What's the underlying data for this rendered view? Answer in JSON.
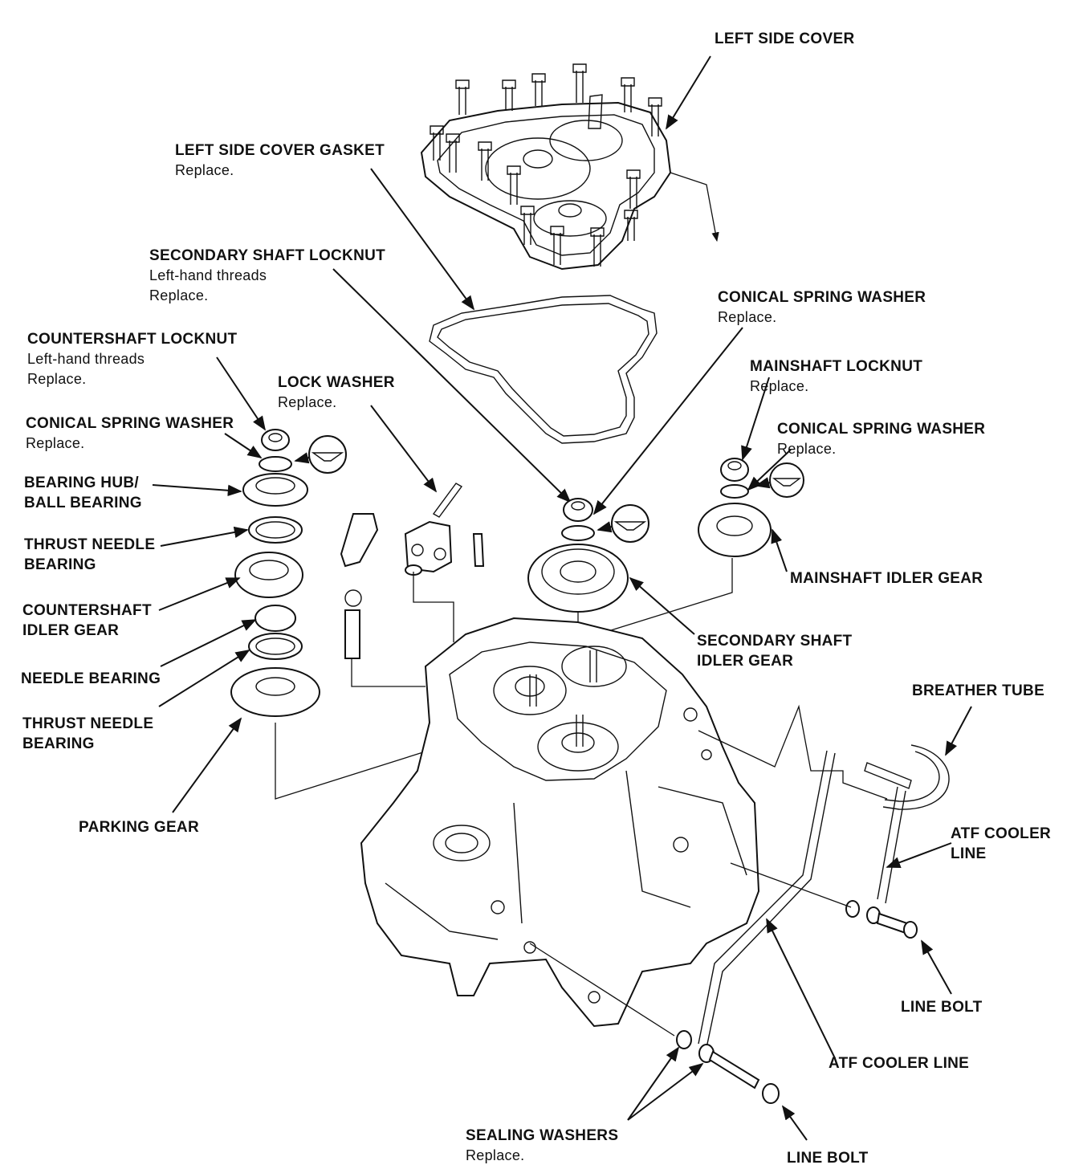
{
  "callouts": {
    "left_side_cover": {
      "title": "LEFT SIDE COVER"
    },
    "left_side_cover_gasket": {
      "title": "LEFT SIDE COVER GASKET",
      "note": "Replace."
    },
    "secondary_shaft_locknut": {
      "title": "SECONDARY SHAFT LOCKNUT",
      "note1": "Left-hand threads",
      "note2": "Replace."
    },
    "conical_spring_washer_secondary": {
      "title": "CONICAL SPRING WASHER",
      "note": "Replace."
    },
    "countershaft_locknut": {
      "title": "COUNTERSHAFT LOCKNUT",
      "note1": "Left-hand threads",
      "note2": "Replace."
    },
    "lock_washer": {
      "title": "LOCK WASHER",
      "note": "Replace."
    },
    "mainshaft_locknut": {
      "title": "MAINSHAFT LOCKNUT",
      "note": "Replace."
    },
    "conical_spring_washer_counter": {
      "title": "CONICAL SPRING WASHER",
      "note": "Replace."
    },
    "conical_spring_washer_main": {
      "title": "CONICAL SPRING WASHER",
      "note": "Replace."
    },
    "bearing_hub_ball_bearing": {
      "line1": "BEARING HUB/",
      "line2": "BALL BEARING"
    },
    "thrust_needle_bearing_upper": {
      "line1": "THRUST NEEDLE",
      "line2": "BEARING"
    },
    "countershaft_idler_gear": {
      "line1": "COUNTERSHAFT",
      "line2": "IDLER GEAR"
    },
    "needle_bearing": {
      "title": "NEEDLE BEARING"
    },
    "thrust_needle_bearing_lower": {
      "line1": "THRUST NEEDLE",
      "line2": "BEARING"
    },
    "parking_gear": {
      "title": "PARKING GEAR"
    },
    "mainshaft_idler_gear": {
      "title": "MAINSHAFT IDLER GEAR"
    },
    "secondary_shaft_idler_gear": {
      "line1": "SECONDARY SHAFT",
      "line2": "IDLER GEAR"
    },
    "breather_tube": {
      "title": "BREATHER TUBE"
    },
    "atf_cooler_line_upper": {
      "line1": "ATF COOLER",
      "line2": "LINE"
    },
    "line_bolt_upper": {
      "title": "LINE BOLT"
    },
    "atf_cooler_line_lower": {
      "title": "ATF COOLER LINE"
    },
    "sealing_washers": {
      "title": "SEALING WASHERS",
      "note": "Replace."
    },
    "line_bolt_lower": {
      "title": "LINE BOLT"
    }
  },
  "icons": [
    "washer-orientation-icon",
    "washer-orientation-icon",
    "washer-orientation-icon"
  ],
  "colors": {
    "ink": "#111111",
    "paper": "#ffffff"
  }
}
